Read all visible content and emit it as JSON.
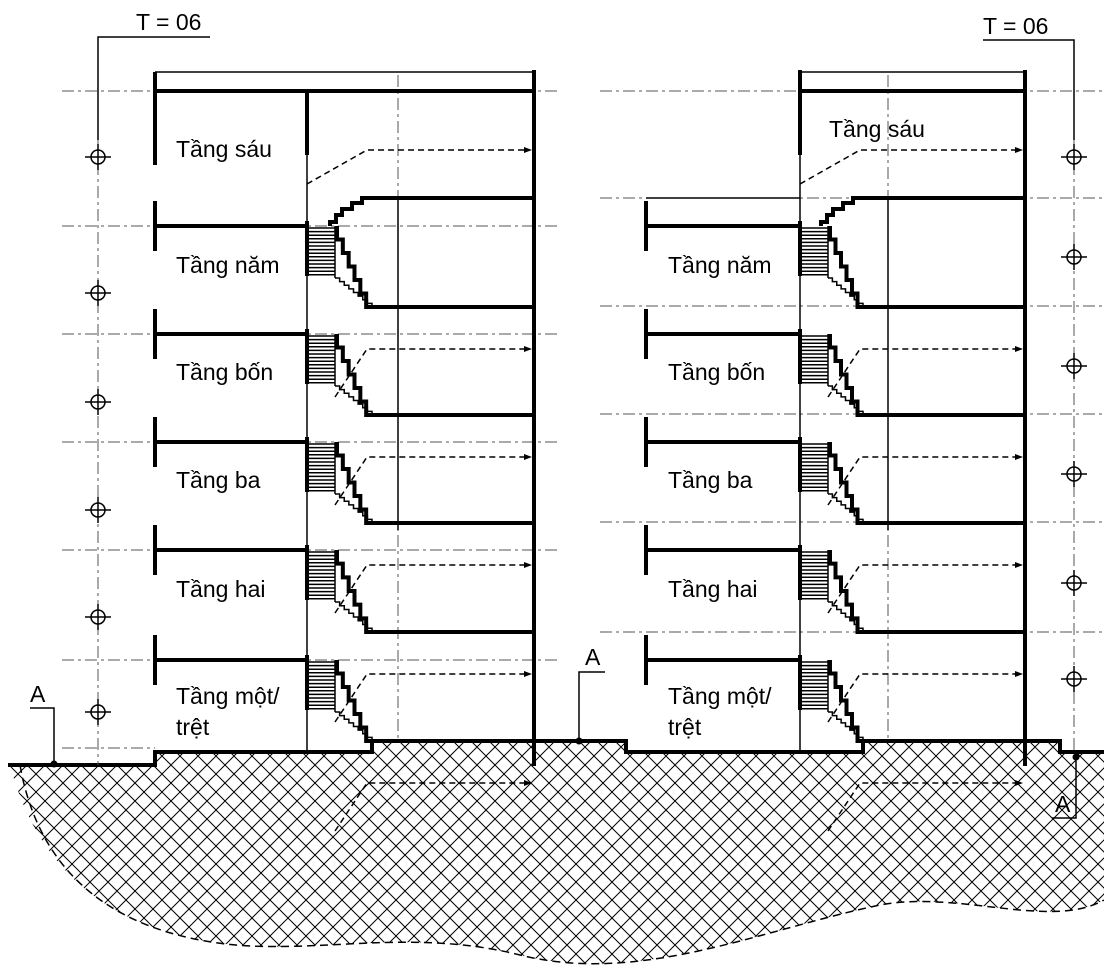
{
  "colors": {
    "line": "#000000",
    "background": "#ffffff",
    "hatch": "#000000"
  },
  "height_markers": [
    {
      "id": "left",
      "label": "T = 06"
    },
    {
      "id": "right",
      "label": "T = 06"
    }
  ],
  "ground_markers": [
    {
      "id": "left",
      "label": "A"
    },
    {
      "id": "middle",
      "label": "A"
    },
    {
      "id": "right",
      "label": "A"
    }
  ],
  "buildings": [
    {
      "id": "left",
      "floors": [
        {
          "label": "Tầng sáu"
        },
        {
          "label": "Tầng năm"
        },
        {
          "label": "Tầng bốn"
        },
        {
          "label": "Tầng ba"
        },
        {
          "label": "Tầng hai"
        },
        {
          "label": "Tầng một/",
          "label2": "trệt"
        }
      ]
    },
    {
      "id": "right",
      "floors": [
        {
          "label": "Tầng sáu"
        },
        {
          "label": "Tầng năm"
        },
        {
          "label": "Tầng bốn"
        },
        {
          "label": "Tầng ba"
        },
        {
          "label": "Tầng hai"
        },
        {
          "label": "Tầng một/",
          "label2": "trệt"
        }
      ]
    }
  ]
}
